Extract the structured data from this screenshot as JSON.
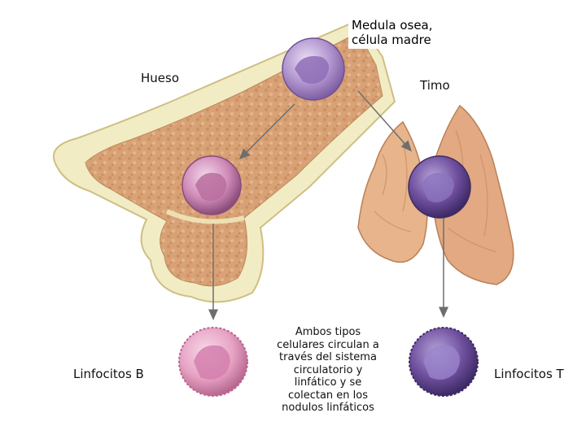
{
  "labels": {
    "stem_cell": [
      "Medula osea,",
      "célula madre"
    ],
    "bone": "Hueso",
    "thymus": "Timo",
    "b_cells": "Linfocitos B",
    "t_cells": "Linfocitos T",
    "note": [
      "Ambos tipos",
      "celulares circulan a",
      "través  del  sistema",
      "circulatorio y",
      "linfático y se",
      "colectan  en los",
      "nodulos linfáticos"
    ]
  },
  "colors": {
    "bone_outer": "#f2ecc4",
    "marrow": "#d9a57a",
    "thymus": "#e7b48b",
    "b_cell": "#e7a3c4",
    "t_cell": "#6f4f9e",
    "stem_cell": "#b59ad2",
    "arrow": "#6e6e6e"
  }
}
